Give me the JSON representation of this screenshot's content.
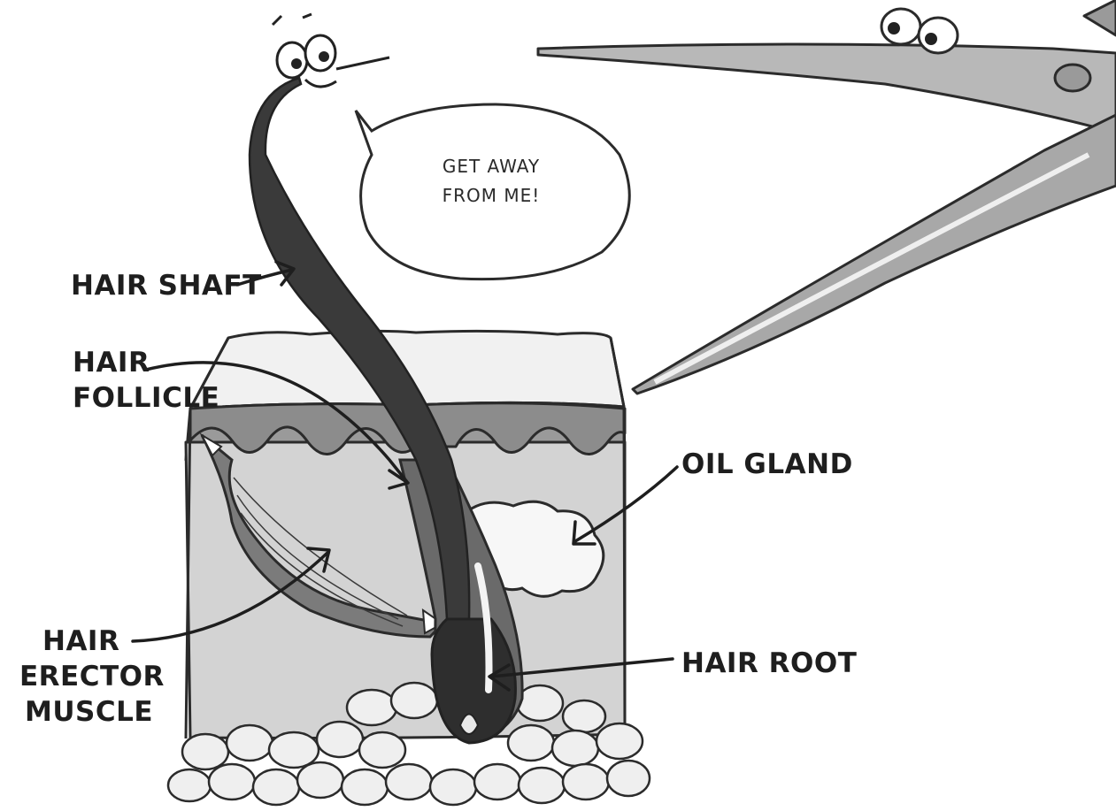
{
  "speech_bubble": {
    "line1": "GET AWAY",
    "line2": "FROM ME!"
  },
  "labels": {
    "hair_shaft": "HAIR SHAFT",
    "hair_follicle_line1": "HAIR",
    "hair_follicle_line2": "FOLLICLE",
    "oil_gland": "OIL GLAND",
    "erector_line1": "HAIR",
    "erector_line2": "ERECTOR",
    "erector_line3": "MUSCLE",
    "hair_root": "HAIR ROOT"
  }
}
